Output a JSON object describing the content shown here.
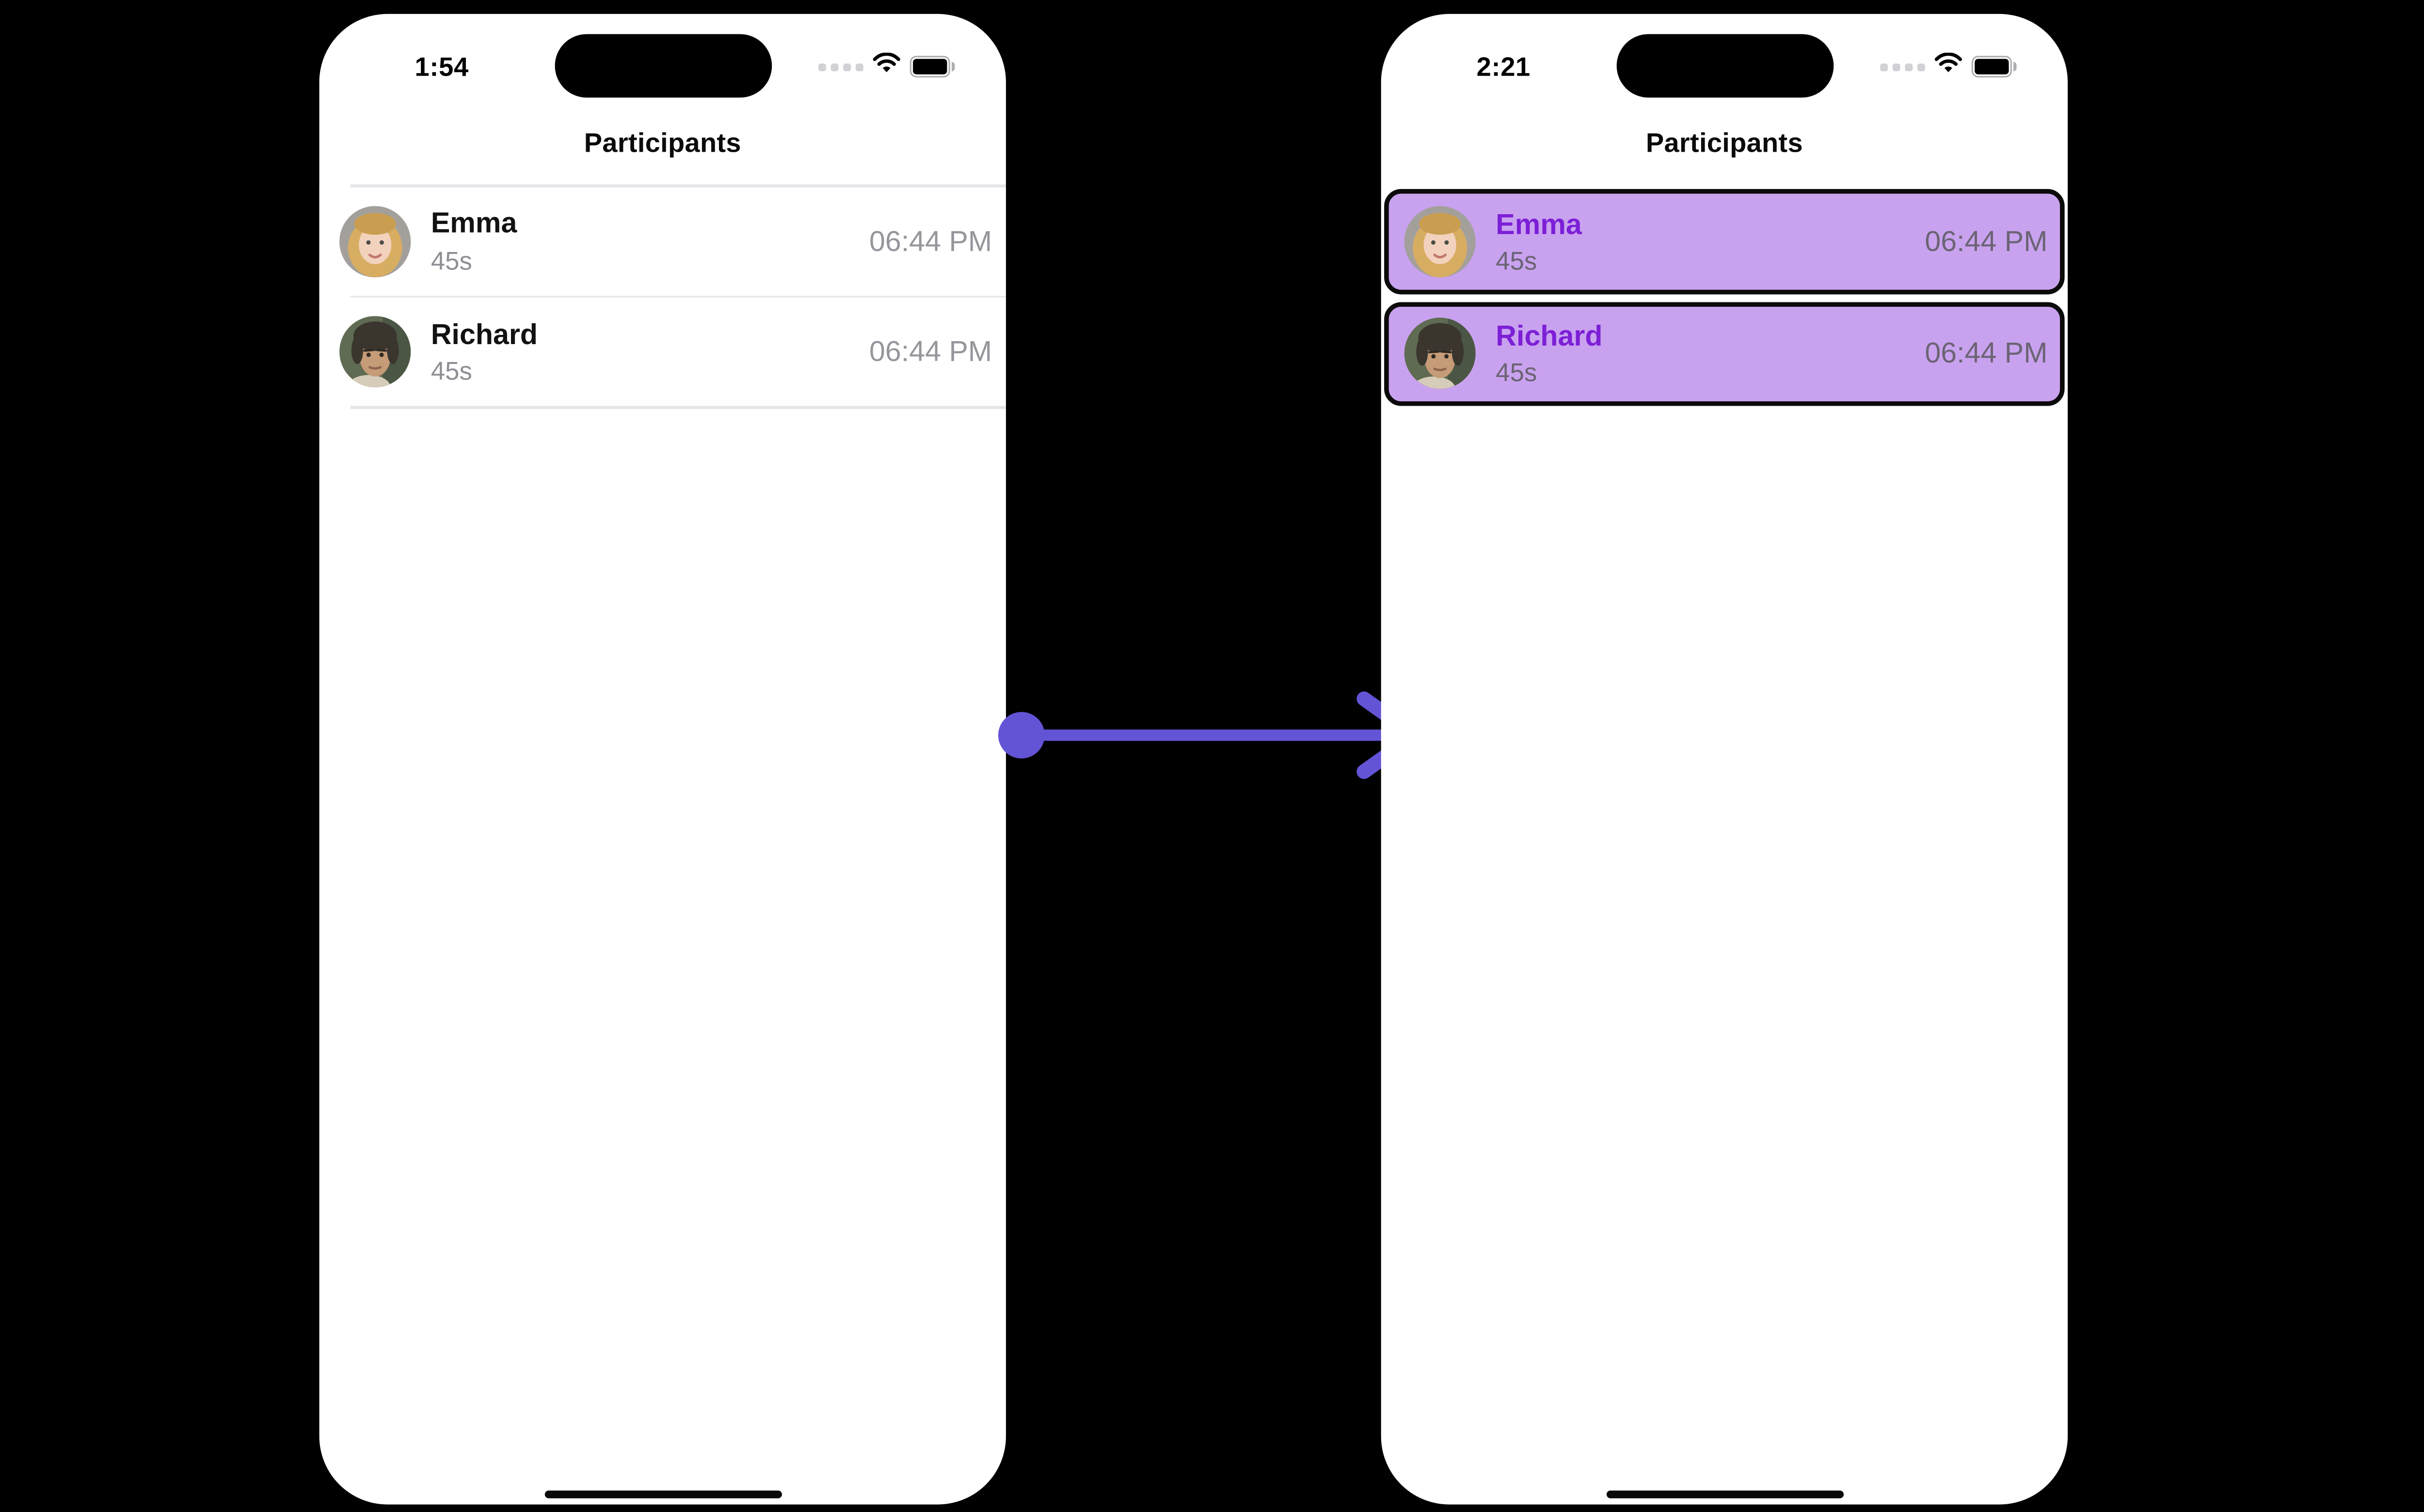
{
  "colors": {
    "canvas_background": "#000000",
    "arrow_purple": "#6354d6",
    "selected_row_fill": "#c9a2ef",
    "selected_row_border": "#0b0b0b",
    "selected_name_purple": "#7c1fd6",
    "secondary_text_gray": "#8f8e94",
    "divider_gray": "#e6e5e9"
  },
  "icons": {
    "cellular": "cellular-signal-dots-icon",
    "wifi": "wifi-icon",
    "battery": "battery-icon",
    "dynamic_island": "dynamic-island",
    "home": "home-indicator",
    "arrow": "transition-arrow"
  },
  "phones": [
    {
      "state": "default",
      "status_bar": {
        "time": "1:54"
      },
      "header": {
        "title": "Participants"
      },
      "participants": [
        {
          "name": "Emma",
          "duration": "45s",
          "time": "06:44 PM",
          "avatar": "emma-avatar"
        },
        {
          "name": "Richard",
          "duration": "45s",
          "time": "06:44 PM",
          "avatar": "richard-avatar"
        }
      ]
    },
    {
      "state": "selected",
      "status_bar": {
        "time": "2:21"
      },
      "header": {
        "title": "Participants"
      },
      "participants": [
        {
          "name": "Emma",
          "duration": "45s",
          "time": "06:44 PM",
          "avatar": "emma-avatar"
        },
        {
          "name": "Richard",
          "duration": "45s",
          "time": "06:44 PM",
          "avatar": "richard-avatar"
        }
      ]
    }
  ]
}
